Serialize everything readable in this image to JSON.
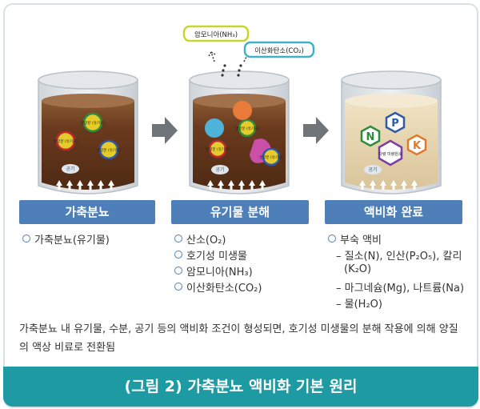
{
  "gas_labels": {
    "ammonia": "암모니아(NH₃)",
    "co2": "이산화탄소(CO₂)"
  },
  "jar1": {
    "blobs": [
      "영양분 (유기물)",
      "영양분 (유기물)",
      "영양분 (유기물)"
    ],
    "air": "공기"
  },
  "jar2": {
    "blobs": [
      "영양분 (유기물)",
      "영양분 (유기물)",
      "영양분 (유기물)"
    ],
    "air": "공기"
  },
  "jar3": {
    "nutrients": [
      "N",
      "P",
      "K"
    ],
    "micro": "다량 미량원소",
    "air": "공기"
  },
  "stages": [
    {
      "title": "가축분뇨",
      "items": [
        "가축분뇨(유기물)"
      ]
    },
    {
      "title": "유기물 분해",
      "items": [
        "산소(O₂)",
        "호기성 미생물",
        "암모니아(NH₃)",
        "이산화탄소(CO₂)"
      ]
    },
    {
      "title": "액비화 완료",
      "items": [
        "부숙 액비"
      ],
      "subitems": [
        "– 질소(N), 인산(P₂O₅), 칼리",
        "(K₂O)",
        "– 마그네슘(Mg), 나트륨(Na)",
        "– 물(H₂O)"
      ]
    }
  ],
  "description": "가축분뇨 내 유기물, 수분, 공기 등의 액비화 조건이 형성되면, 호기성 미생물의 분해 작용에 의해 양질의 액상 비료로 전환됨",
  "figure_title": "(그림 2) 가축분뇨 액비화 기본 원리",
  "colors": {
    "accent": "#4f7fb8",
    "footer": "#1e9aa3",
    "liquid_dark": "#6b3a1e",
    "liquid_light": "#e6d6b4"
  }
}
